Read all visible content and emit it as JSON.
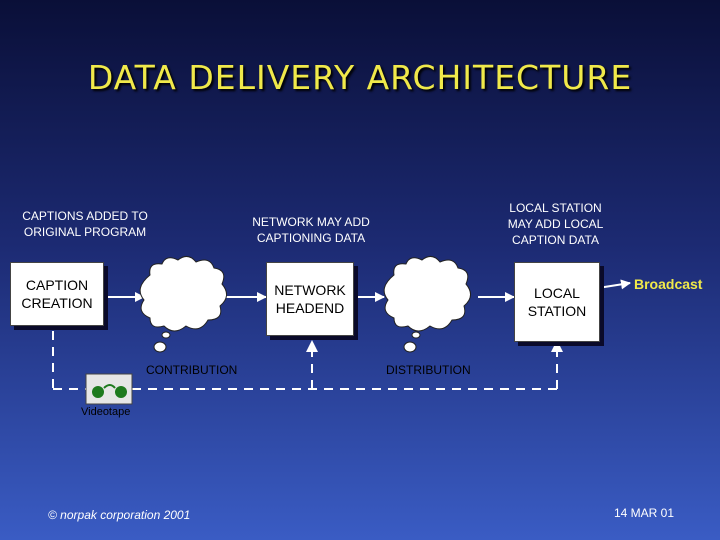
{
  "title": "DATA DELIVERY ARCHITECTURE",
  "notes": {
    "captions_added": "CAPTIONS ADDED TO ORIGINAL PROGRAM",
    "network_add": "NETWORK MAY ADD CAPTIONING DATA",
    "local_add": "LOCAL STATION MAY ADD LOCAL CAPTION DATA"
  },
  "boxes": {
    "caption_creation": "CAPTION CREATION",
    "network_headend": "NETWORK HEADEND",
    "local_station": "LOCAL STATION"
  },
  "links": {
    "contribution": "CONTRIBUTION",
    "distribution": "DISTRIBUTION"
  },
  "videotape": "Videotape",
  "broadcast": "Broadcast",
  "footer": {
    "copyright": "© norpak corporation 2001",
    "date": "14 MAR 01"
  },
  "colors": {
    "title": "#f0e94a",
    "background_top": "#0a0f38",
    "background_bottom": "#3a5cc4",
    "videotape_reel": "#1e7a1e"
  }
}
